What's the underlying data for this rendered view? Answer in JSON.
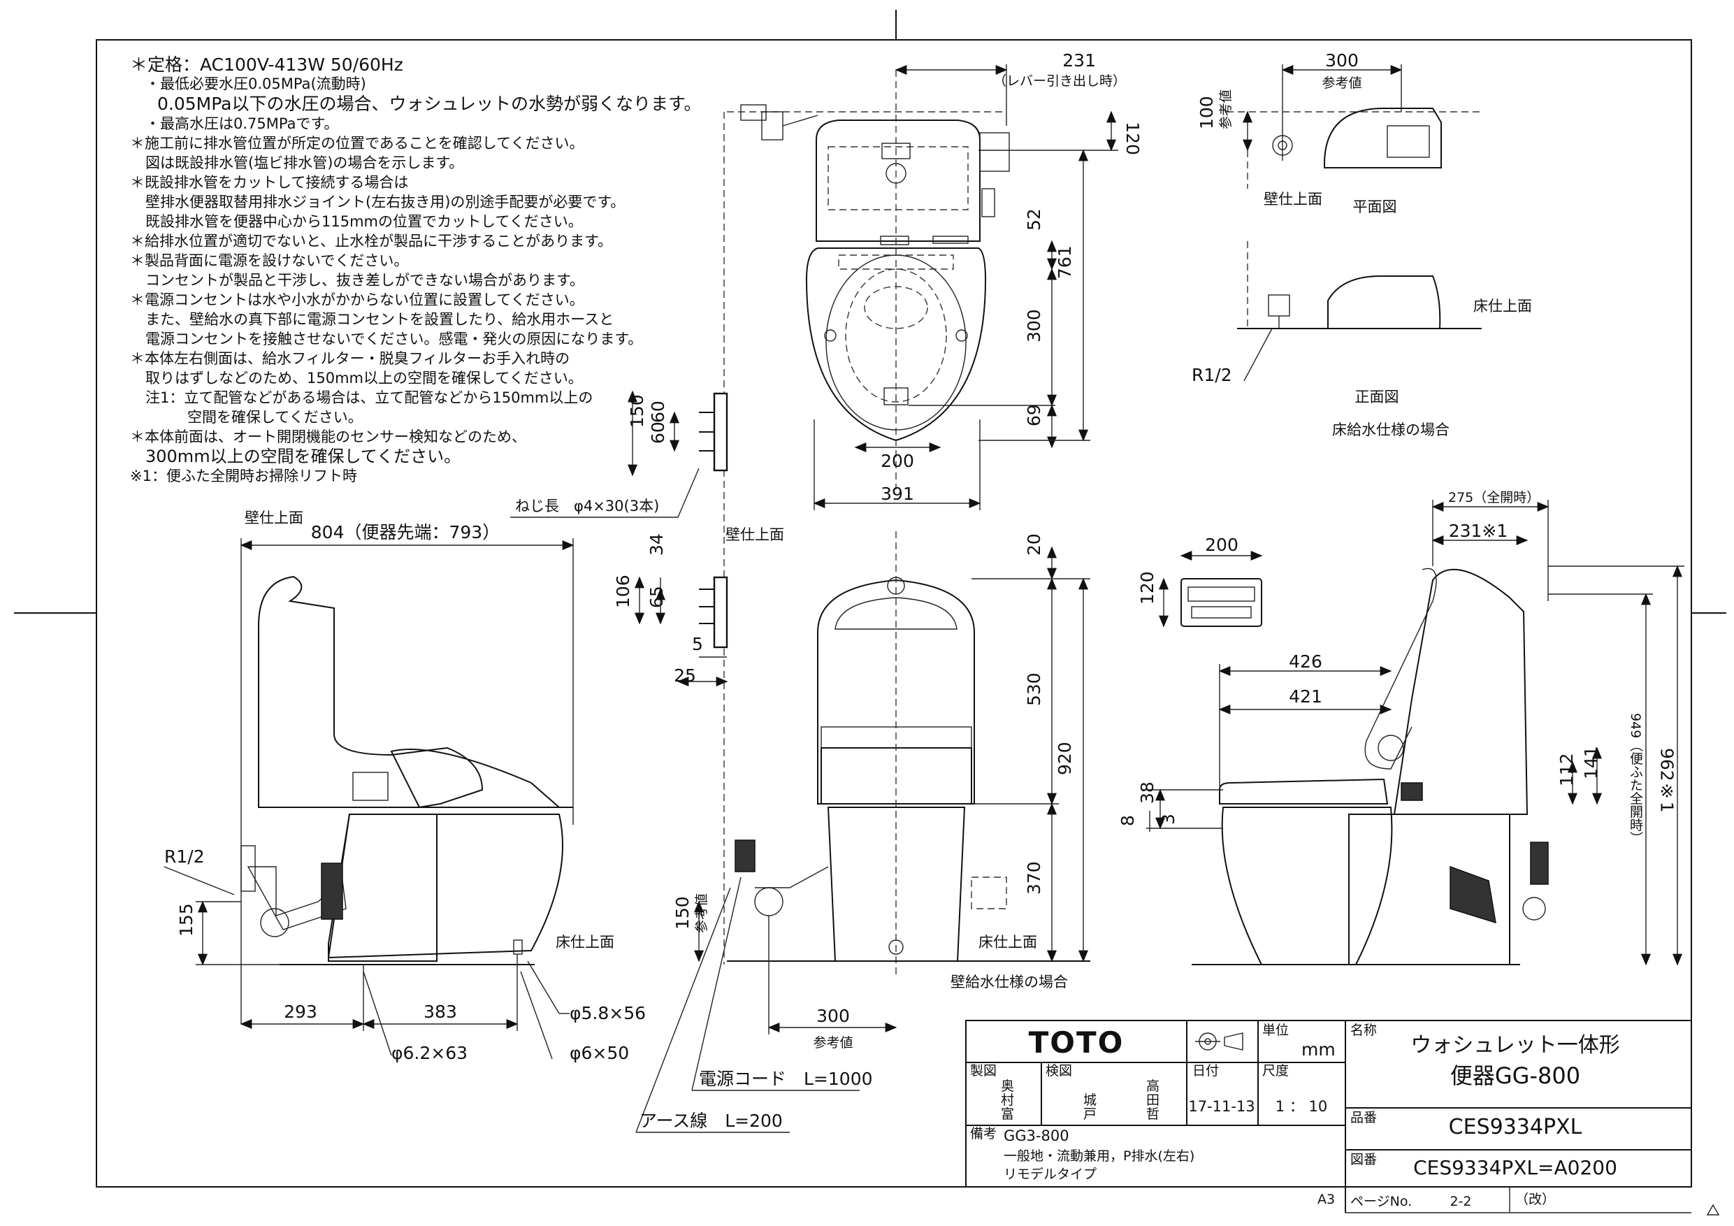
{
  "notes": [
    "＊定格：AC100V-413W 50/60Hz",
    "・最低必要水圧0.05MPa(流動時)",
    "0.05MPa以下の水圧の場合、ウォシュレットの水勢が弱くなります。",
    "・最高水圧は0.75MPaです。",
    "＊施工前に排水管位置が所定の位置であることを確認してください。",
    "図は既設排水管(塩ビ排水管)の場合を示します。",
    "＊既設排水管をカットして接続する場合は",
    "壁排水便器取替用排水ジョイント(左右抜き用)の別途手配要が必要です。",
    "既設排水管を便器中心から115mmの位置でカットしてください。",
    "＊給排水位置が適切でないと、止水栓が製品に干渉することがあります。",
    "＊製品背面に電源を設けないでください。",
    "コンセントが製品と干渉し、抜き差しができない場合があります。",
    "＊電源コンセントは水や小水がかからない位置に設置してください。",
    "また、壁給水の真下部に電源コンセントを設置したり、給水用ホースと",
    "電源コンセントを接触させないでください。感電・発火の原因になります。",
    "＊本体左右側面は、給水フィルター・脱臭フィルターお手入れ時の",
    "取りはずしなどのため、150mm以上の空間を確保してください。",
    "注1：立て配管などがある場合は、立て配管などから150mm以上の",
    "空間を確保してください。",
    "＊本体前面は、オート開閉機能のセンサー検知などのため、",
    "300mm以上の空間を確保してください。",
    "※1：便ふた全開時お掃除リフト時"
  ],
  "top_view": {
    "d231": "231",
    "lever": "（レバー引き出し時）",
    "d120": "120",
    "d52": "52",
    "d761": "761",
    "d300": "300",
    "d69": "69",
    "d200": "200",
    "d391": "391"
  },
  "bracket": {
    "d150": "150",
    "d60a": "60",
    "d60b": "60",
    "screw": "ねじ長　φ4×30(3本)"
  },
  "floor_supply": {
    "d300": "300",
    "ref": "参考値",
    "d100": "100",
    "ref_v": "参考値",
    "wall": "壁仕上面",
    "plan": "平面図",
    "floor": "床仕上面",
    "r12": "R1/2",
    "front": "正面図",
    "caption": "床給水仕様の場合"
  },
  "side_view": {
    "wall": "壁仕上面",
    "d804": "804（便器先端：793）",
    "r12": "R1/2",
    "d155": "155",
    "d293": "293",
    "d383": "383",
    "floor": "床仕上面",
    "p58": "φ5.8×56",
    "p62": "φ6.2×63",
    "p6": "φ6×50"
  },
  "front_view": {
    "wall": "壁仕上面",
    "d34": "34",
    "d106": "106",
    "d65": "65",
    "d5": "5",
    "d25": "25",
    "d20": "20",
    "d530": "530",
    "d920": "920",
    "d370": "370",
    "d150": "150",
    "ref_v": "参考値",
    "floor": "床仕上面",
    "d300": "300",
    "ref": "参考値",
    "caption": "壁給水仕様の場合",
    "cord": "電源コード　L=1000",
    "earth": "アース線　L=200"
  },
  "remote": {
    "d200": "200",
    "d120": "120"
  },
  "right_view": {
    "d275": "275（全開時）",
    "d231": "231※1",
    "d426": "426",
    "d421": "421",
    "d949": "949（便ふた全開時）",
    "d962": "962※1",
    "d112": "112",
    "d141": "141",
    "d38": "38",
    "d8": "8",
    "d3": "3"
  },
  "title_block": {
    "logo": "TOTO",
    "unit_label": "単位",
    "unit": "mm",
    "name_label": "名称",
    "name1": "ウォシュレット一体形",
    "name2": "便器GG-800",
    "drawn_label": "製図",
    "drawn": [
      "奥",
      "村",
      "富"
    ],
    "check_label": "検図",
    "check": [
      "城",
      "戸"
    ],
    "check2": [
      "高",
      "田",
      "哲"
    ],
    "date_label": "日付",
    "date": "17-11-13",
    "scale_label": "尺度",
    "scale": "1 ： 10",
    "part_label": "品番",
    "part": "CES9334PXL",
    "remark_label": "備考",
    "remark1": "GG3-800",
    "remark2": "一般地・流動兼用，P排水(左右)",
    "remark3": "リモデルタイプ",
    "drawing_label": "図番",
    "drawing": "CES9334PXL=A0200",
    "sheet_size": "A3",
    "page_label": "ページNo.",
    "page": "2-2",
    "rev": "（改）"
  }
}
